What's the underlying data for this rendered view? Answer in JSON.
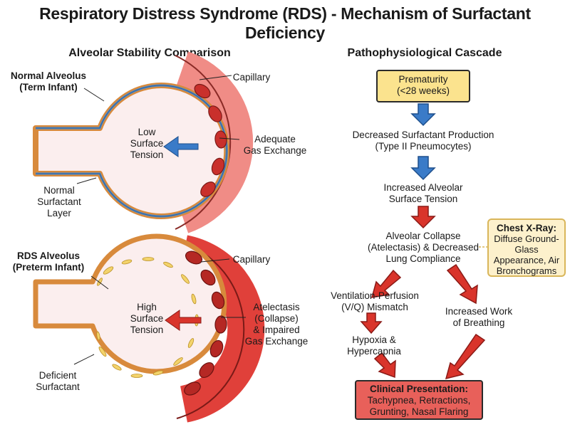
{
  "title": "Respiratory Distress Syndrome (RDS) - Mechanism of Surfactant Deficiency",
  "left_panel": {
    "heading": "Alveolar Stability Comparison",
    "normal": {
      "title_line1": "Normal Alveolus",
      "title_line2": "(Term Infant)",
      "capillary": "Capillary",
      "inner_line1": "Low",
      "inner_line2": "Surface",
      "inner_line3": "Tension",
      "exchange_line1": "Adequate",
      "exchange_line2": "Gas Exchange",
      "layer_line1": "Normal",
      "layer_line2": "Surfactant",
      "layer_line3": "Layer"
    },
    "rds": {
      "title_line1": "RDS Alveolus",
      "title_line2": "(Preterm Infant)",
      "capillary": "Capillary",
      "inner_line1": "High",
      "inner_line2": "Surface",
      "inner_line3": "Tension",
      "exchange_line1": "Atelectasis",
      "exchange_line2": "(Collapse)",
      "exchange_line3": "& Impaired",
      "exchange_line4": "Gas Exchange",
      "deficient_line1": "Deficient",
      "deficient_line2": "Surfactant"
    },
    "colors": {
      "blue_arrow": "#3a7bc8",
      "red_arrow": "#d9342b",
      "capillary": "#f08c86",
      "rbc": "#c9302c",
      "alveolus_fill": "#fbeeee",
      "surfactant": "#e8b24a"
    }
  },
  "right_panel": {
    "heading": "Pathophysiological Cascade",
    "prematurity_line1": "Prematurity",
    "prematurity_line2": "(<28 weeks)",
    "step1_line1": "Decreased Surfactant Production",
    "step1_line2": "(Type II Pneumocytes)",
    "step2_line1": "Increased Alveolar",
    "step2_line2": "Surface Tension",
    "step3_line1": "Alveolar Collapse",
    "step3_line2": "(Atelectasis) & Decreased",
    "step3_line3": "Lung Compliance",
    "vq_line1": "Ventilation-Perfusion",
    "vq_line2": "(V/Q) Mismatch",
    "work_line1": "Increased Work",
    "work_line2": "of Breathing",
    "hypoxia_line1": "Hypoxia &",
    "hypoxia_line2": "Hypercapnia",
    "cxr_title": "Chest X-Ray:",
    "cxr_line1": "Diffuse Ground-",
    "cxr_line2": "Glass",
    "cxr_line3": "Appearance, Air",
    "cxr_line4": "Bronchograms",
    "clinical_title": "Clinical Presentation:",
    "clinical_line1": "Tachypnea, Retractions,",
    "clinical_line2": "Grunting, Nasal Flaring",
    "colors": {
      "box_yellow": "#fbe38e",
      "box_red": "#e8605a",
      "arrow_blue": "#3a7bc8",
      "arrow_red": "#d9342b"
    }
  }
}
